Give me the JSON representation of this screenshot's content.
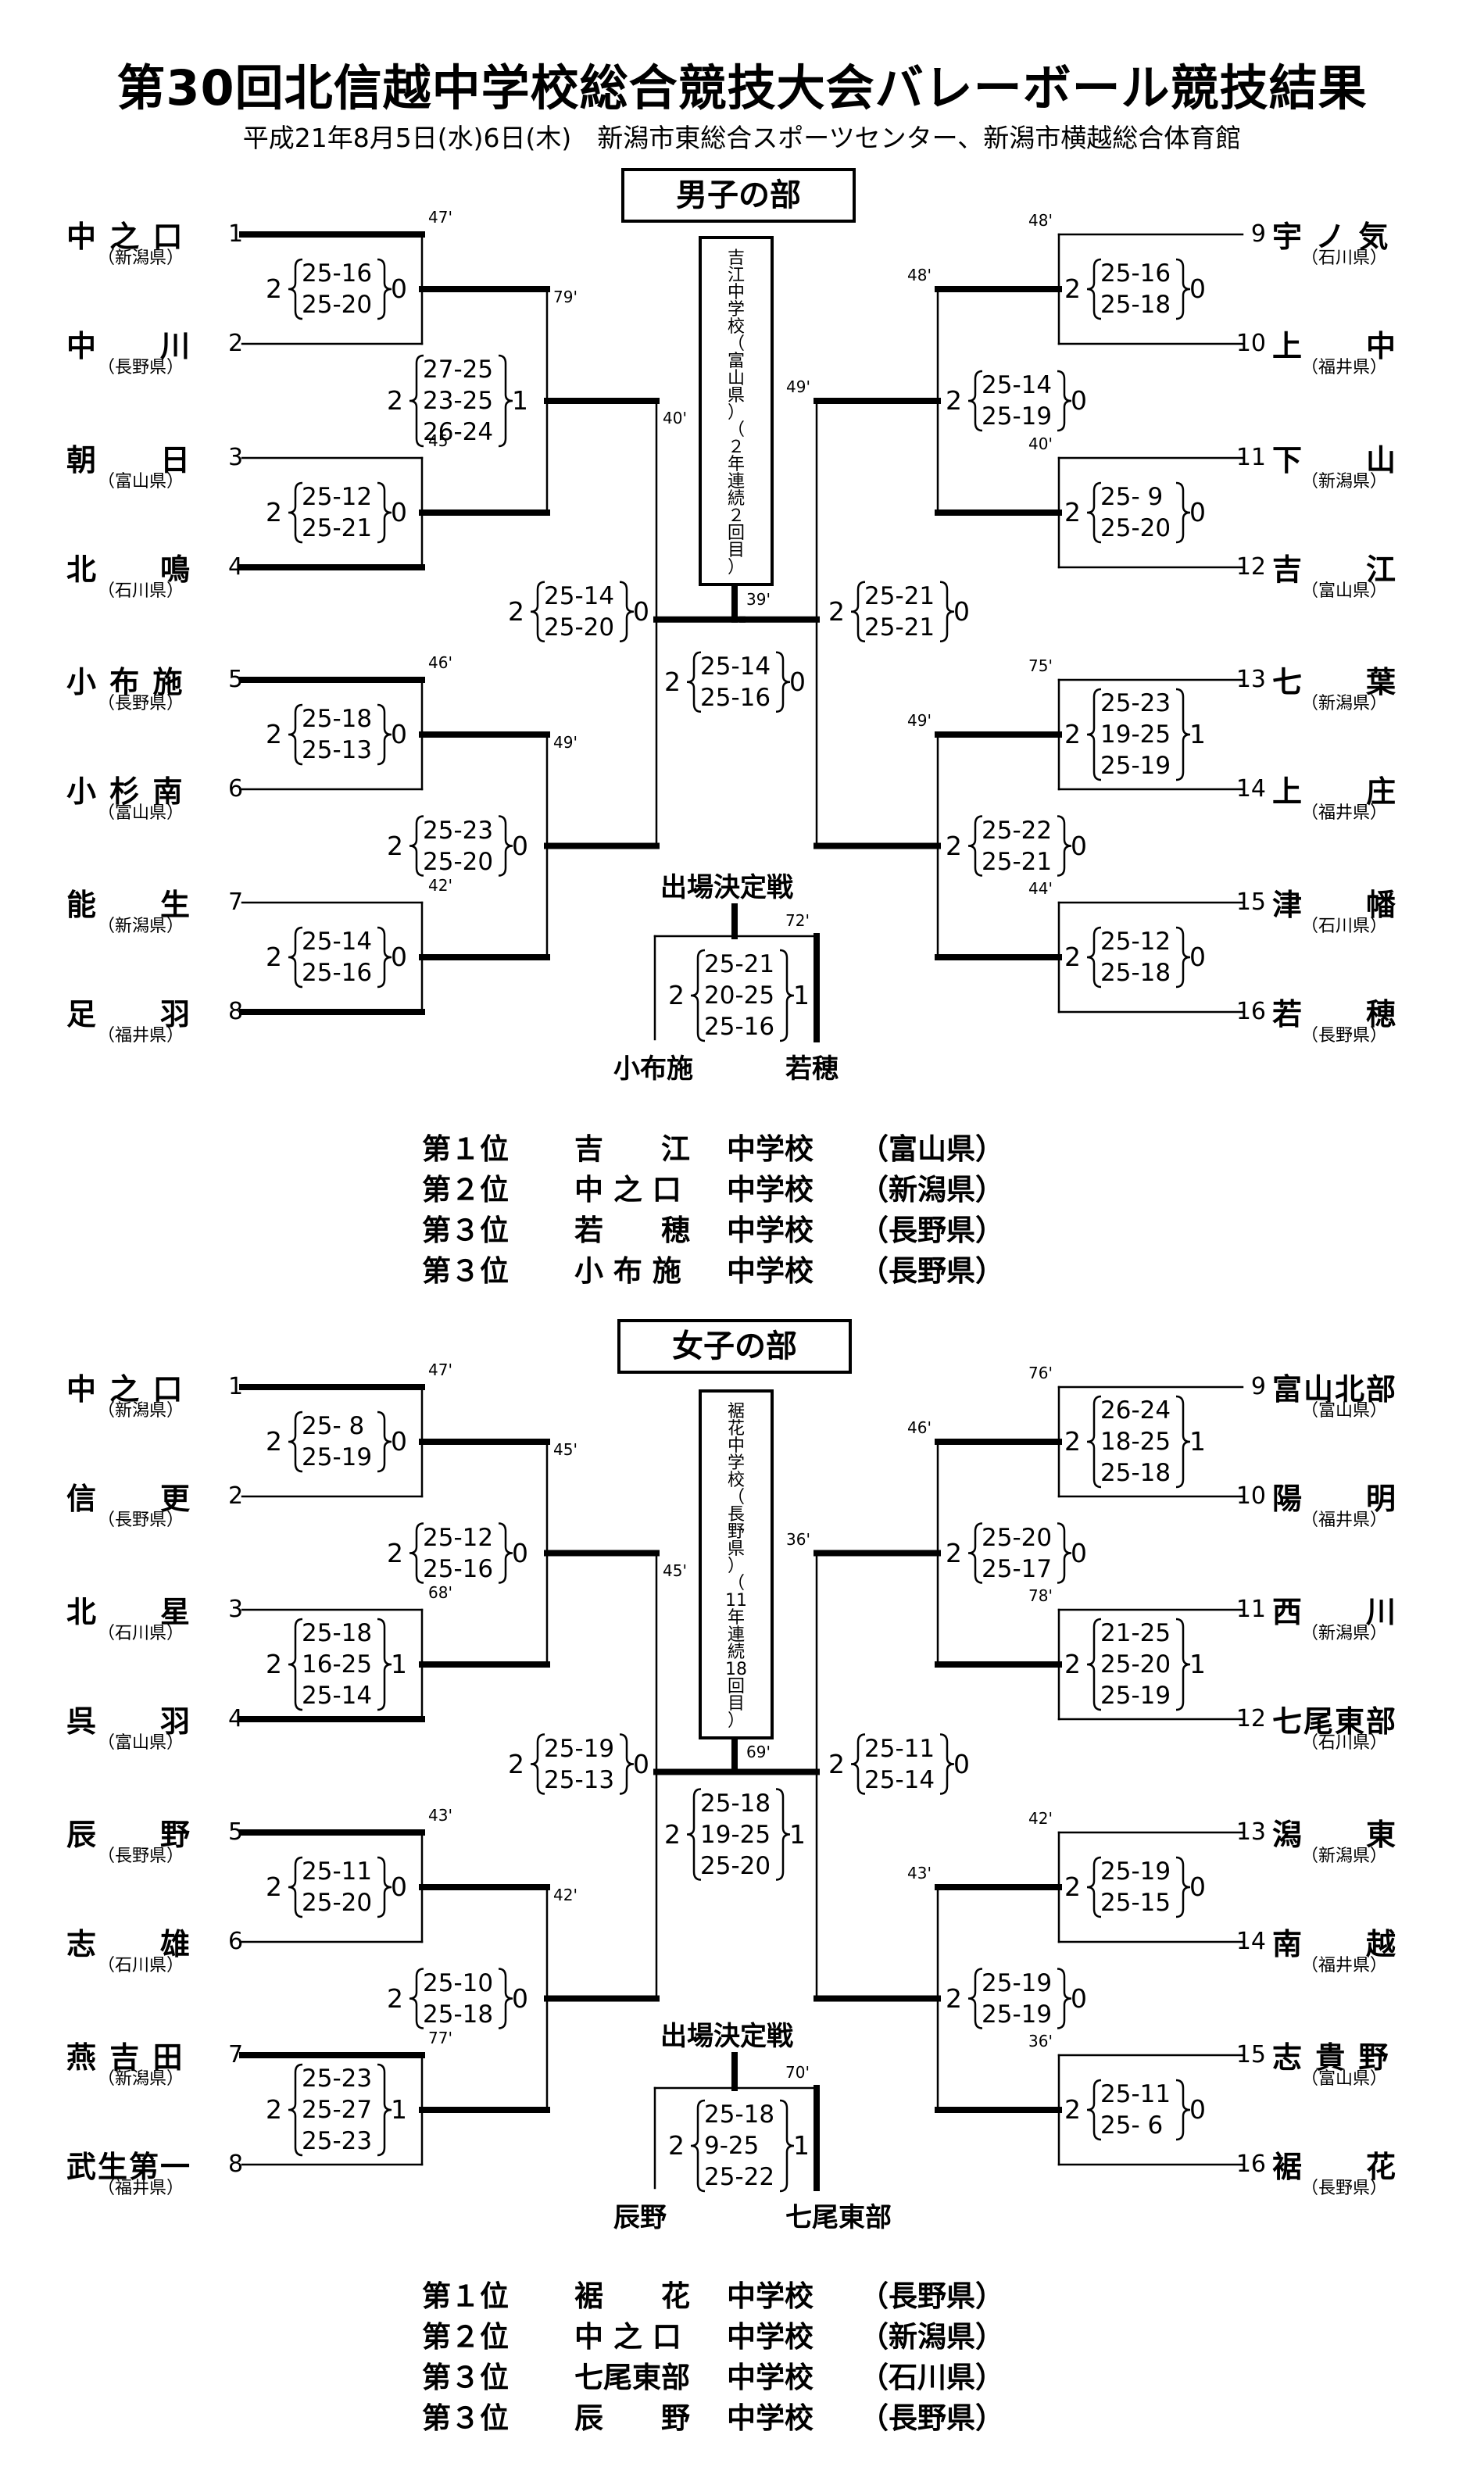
{
  "title": "第30回北信越中学校総合競技大会バレーボール競技結果",
  "subtitle": "平成21年8月5日(水)6日(木)　新潟市東総合スポーツセンター、新潟市横越総合体育館",
  "sections": [
    {
      "label": "男子の部",
      "champion_box": [
        "吉",
        "江",
        "中",
        "学",
        "校",
        "（",
        "富",
        "山",
        "県",
        "）",
        "（",
        "２",
        "年",
        "連",
        "続",
        "２",
        "回",
        "目",
        "）"
      ],
      "left_teams": [
        {
          "seed": "1",
          "name": "中 之 口",
          "pref": "（新潟県）"
        },
        {
          "seed": "2",
          "name": "中　　川",
          "pref": "（長野県）"
        },
        {
          "seed": "3",
          "name": "朝　　日",
          "pref": "（富山県）"
        },
        {
          "seed": "4",
          "name": "北　　鳴",
          "pref": "（石川県）"
        },
        {
          "seed": "5",
          "name": "小 布 施",
          "pref": "（長野県）"
        },
        {
          "seed": "6",
          "name": "小 杉 南",
          "pref": "（富山県）"
        },
        {
          "seed": "7",
          "name": "能　　生",
          "pref": "（新潟県）"
        },
        {
          "seed": "8",
          "name": "足　　羽",
          "pref": "（福井県）"
        }
      ],
      "right_teams": [
        {
          "seed": "9",
          "name": "宇 ノ 気",
          "pref": "（石川県）"
        },
        {
          "seed": "10",
          "name": "上　　中",
          "pref": "（福井県）"
        },
        {
          "seed": "11",
          "name": "下　　山",
          "pref": "（新潟県）"
        },
        {
          "seed": "12",
          "name": "吉　　江",
          "pref": "（富山県）"
        },
        {
          "seed": "13",
          "name": "七　　葉",
          "pref": "（新潟県）"
        },
        {
          "seed": "14",
          "name": "上　　庄",
          "pref": "（福井県）"
        },
        {
          "seed": "15",
          "name": "津　　幡",
          "pref": "（石川県）"
        },
        {
          "seed": "16",
          "name": "若　　穂",
          "pref": "（長野県）"
        }
      ],
      "r1_left": [
        {
          "w": "2",
          "l": "0",
          "sets": [
            "25-16",
            "25-20"
          ],
          "time": "47'"
        },
        {
          "w": "2",
          "l": "0",
          "sets": [
            "25-12",
            "25-21"
          ],
          "time": "45'"
        },
        {
          "w": "2",
          "l": "0",
          "sets": [
            "25-18",
            "25-13"
          ],
          "time": "46'"
        },
        {
          "w": "2",
          "l": "0",
          "sets": [
            "25-14",
            "25-16"
          ],
          "time": "42'"
        }
      ],
      "r2_left": [
        {
          "w": "2",
          "l": "1",
          "sets": [
            "27-25",
            "23-25",
            "26-24"
          ],
          "time": "79'"
        },
        {
          "w": "2",
          "l": "0",
          "sets": [
            "25-23",
            "25-20"
          ],
          "time": "49'"
        }
      ],
      "sf_left": {
        "w": "2",
        "l": "0",
        "sets": [
          "25-14",
          "25-20"
        ],
        "time": "40'"
      },
      "r1_right": [
        {
          "w": "2",
          "l": "0",
          "sets": [
            "25-16",
            "25-18"
          ],
          "time": "48'"
        },
        {
          "w": "2",
          "l": "0",
          "sets": [
            "25- 9",
            "25-20"
          ],
          "time": "40'"
        },
        {
          "w": "2",
          "l": "1",
          "sets": [
            "25-23",
            "19-25",
            "25-19"
          ],
          "time": "75'"
        },
        {
          "w": "2",
          "l": "0",
          "sets": [
            "25-12",
            "25-18"
          ],
          "time": "44'"
        }
      ],
      "r2_right": [
        {
          "w": "2",
          "l": "0",
          "sets": [
            "25-14",
            "25-19"
          ],
          "time": "48'"
        },
        {
          "w": "2",
          "l": "0",
          "sets": [
            "25-22",
            "25-21"
          ],
          "time": "49'"
        }
      ],
      "sf_right": {
        "w": "2",
        "l": "0",
        "sets": [
          "25-21",
          "25-21"
        ],
        "time": "49'"
      },
      "final": {
        "w": "2",
        "l": "0",
        "sets": [
          "25-14",
          "25-16"
        ],
        "time": "39'"
      },
      "playoff": {
        "title": "出場決定戦",
        "w": "2",
        "l": "1",
        "sets": [
          "25-21",
          "20-25",
          "25-16"
        ],
        "time": "72'",
        "team_a": "小布施",
        "team_b": "若穂"
      },
      "rankings": [
        {
          "place": "第１位",
          "school": "吉　　江",
          "type": "中学校",
          "pref": "（富山県）"
        },
        {
          "place": "第２位",
          "school": "中 之 口",
          "type": "中学校",
          "pref": "（新潟県）"
        },
        {
          "place": "第３位",
          "school": "若　　穂",
          "type": "中学校",
          "pref": "（長野県）"
        },
        {
          "place": "第３位",
          "school": "小 布 施",
          "type": "中学校",
          "pref": "（長野県）"
        }
      ]
    },
    {
      "label": "女子の部",
      "champion_box": [
        "裾",
        "花",
        "中",
        "学",
        "校",
        "（",
        "長",
        "野",
        "県",
        "）",
        "（",
        "11",
        "年",
        "連",
        "続",
        "18",
        "回",
        "目",
        "）"
      ],
      "left_teams": [
        {
          "seed": "1",
          "name": "中 之 口",
          "pref": "（新潟県）"
        },
        {
          "seed": "2",
          "name": "信　　更",
          "pref": "（長野県）"
        },
        {
          "seed": "3",
          "name": "北　　星",
          "pref": "（石川県）"
        },
        {
          "seed": "4",
          "name": "呉　　羽",
          "pref": "（富山県）"
        },
        {
          "seed": "5",
          "name": "辰　　野",
          "pref": "（長野県）"
        },
        {
          "seed": "6",
          "name": "志　　雄",
          "pref": "（石川県）"
        },
        {
          "seed": "7",
          "name": "燕 吉 田",
          "pref": "（新潟県）"
        },
        {
          "seed": "8",
          "name": "武生第一",
          "pref": "（福井県）"
        }
      ],
      "right_teams": [
        {
          "seed": "9",
          "name": "富山北部",
          "pref": "（富山県）"
        },
        {
          "seed": "10",
          "name": "陽　　明",
          "pref": "（福井県）"
        },
        {
          "seed": "11",
          "name": "西　　川",
          "pref": "（新潟県）"
        },
        {
          "seed": "12",
          "name": "七尾東部",
          "pref": "（石川県）"
        },
        {
          "seed": "13",
          "name": "潟　　東",
          "pref": "（新潟県）"
        },
        {
          "seed": "14",
          "name": "南　　越",
          "pref": "（福井県）"
        },
        {
          "seed": "15",
          "name": "志 貴 野",
          "pref": "（富山県）"
        },
        {
          "seed": "16",
          "name": "裾　　花",
          "pref": "（長野県）"
        }
      ],
      "r1_left": [
        {
          "w": "2",
          "l": "0",
          "sets": [
            "25- 8",
            "25-19"
          ],
          "time": "47'"
        },
        {
          "w": "2",
          "l": "1",
          "sets": [
            "25-18",
            "16-25",
            "25-14"
          ],
          "time": "68'"
        },
        {
          "w": "2",
          "l": "0",
          "sets": [
            "25-11",
            "25-20"
          ],
          "time": "43'"
        },
        {
          "w": "2",
          "l": "1",
          "sets": [
            "25-23",
            "25-27",
            "25-23"
          ],
          "time": "77'"
        }
      ],
      "r2_left": [
        {
          "w": "2",
          "l": "0",
          "sets": [
            "25-12",
            "25-16"
          ],
          "time": "45'"
        },
        {
          "w": "2",
          "l": "0",
          "sets": [
            "25-10",
            "25-18"
          ],
          "time": "42'"
        }
      ],
      "sf_left": {
        "w": "2",
        "l": "0",
        "sets": [
          "25-19",
          "25-13"
        ],
        "time": "45'"
      },
      "r1_right": [
        {
          "w": "2",
          "l": "1",
          "sets": [
            "26-24",
            "18-25",
            "25-18"
          ],
          "time": "76'"
        },
        {
          "w": "2",
          "l": "1",
          "sets": [
            "21-25",
            "25-20",
            "25-19"
          ],
          "time": "78'"
        },
        {
          "w": "2",
          "l": "0",
          "sets": [
            "25-19",
            "25-15"
          ],
          "time": "42'"
        },
        {
          "w": "2",
          "l": "0",
          "sets": [
            "25-11",
            "25- 6"
          ],
          "time": "36'"
        }
      ],
      "r2_right": [
        {
          "w": "2",
          "l": "0",
          "sets": [
            "25-20",
            "25-17"
          ],
          "time": "46'"
        },
        {
          "w": "2",
          "l": "0",
          "sets": [
            "25-19",
            "25-19"
          ],
          "time": "43'"
        }
      ],
      "sf_right": {
        "w": "2",
        "l": "0",
        "sets": [
          "25-11",
          "25-14"
        ],
        "time": "36'"
      },
      "final": {
        "w": "2",
        "l": "1",
        "sets": [
          "25-18",
          "19-25",
          "25-20"
        ],
        "time": "69'"
      },
      "playoff": {
        "title": "出場決定戦",
        "w": "2",
        "l": "1",
        "sets": [
          "25-18",
          "9-25",
          "25-22"
        ],
        "time": "70'",
        "team_a": "辰野",
        "team_b": "七尾東部"
      },
      "rankings": [
        {
          "place": "第１位",
          "school": "裾　　花",
          "type": "中学校",
          "pref": "（長野県）"
        },
        {
          "place": "第２位",
          "school": "中 之 口",
          "type": "中学校",
          "pref": "（新潟県）"
        },
        {
          "place": "第３位",
          "school": "七尾東部",
          "type": "中学校",
          "pref": "（石川県）"
        },
        {
          "place": "第３位",
          "school": "辰　　野",
          "type": "中学校",
          "pref": "（長野県）"
        }
      ]
    }
  ]
}
